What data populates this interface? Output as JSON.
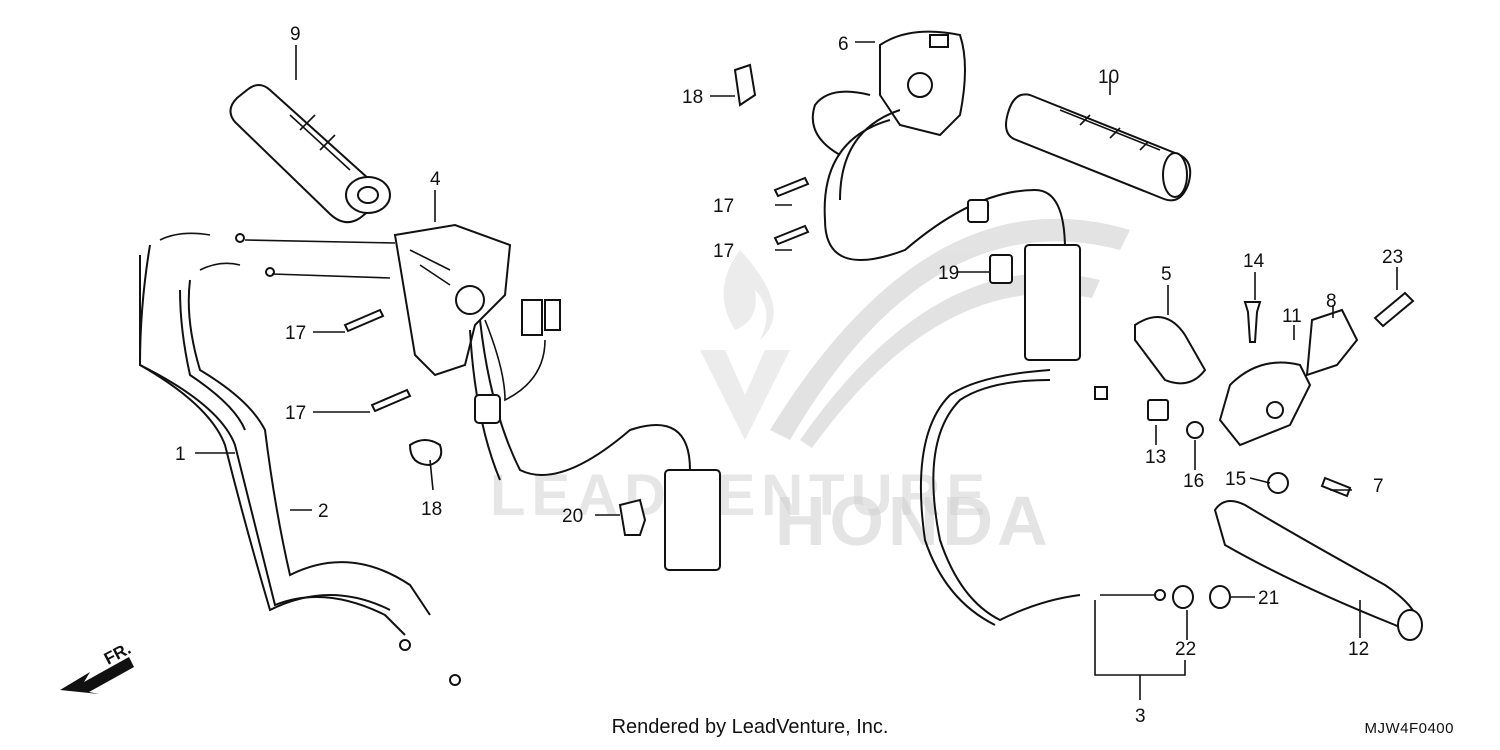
{
  "diagram": {
    "callouts": [
      {
        "id": "c1",
        "text": "1"
      },
      {
        "id": "c2",
        "text": "2"
      },
      {
        "id": "c3",
        "text": "3"
      },
      {
        "id": "c4",
        "text": "4"
      },
      {
        "id": "c5",
        "text": "5"
      },
      {
        "id": "c6",
        "text": "6"
      },
      {
        "id": "c7",
        "text": "7"
      },
      {
        "id": "c8",
        "text": "8"
      },
      {
        "id": "c9",
        "text": "9"
      },
      {
        "id": "c10",
        "text": "10"
      },
      {
        "id": "c11",
        "text": "11"
      },
      {
        "id": "c12",
        "text": "12"
      },
      {
        "id": "c13",
        "text": "13"
      },
      {
        "id": "c14",
        "text": "14"
      },
      {
        "id": "c15",
        "text": "15"
      },
      {
        "id": "c16",
        "text": "16"
      },
      {
        "id": "c17a",
        "text": "17"
      },
      {
        "id": "c17b",
        "text": "17"
      },
      {
        "id": "c17c",
        "text": "17"
      },
      {
        "id": "c17d",
        "text": "17"
      },
      {
        "id": "c18a",
        "text": "18"
      },
      {
        "id": "c18b",
        "text": "18"
      },
      {
        "id": "c19",
        "text": "19"
      },
      {
        "id": "c20",
        "text": "20"
      },
      {
        "id": "c21",
        "text": "21"
      },
      {
        "id": "c22",
        "text": "22"
      },
      {
        "id": "c23",
        "text": "23"
      }
    ],
    "fr_label": "FR.",
    "watermark_text": "LEADVENTURE",
    "brand_watermark": "HONDA"
  },
  "footer": {
    "credit": "Rendered by LeadVenture, Inc.",
    "code": "MJW4F0400"
  },
  "colors": {
    "line": "#111111",
    "watermark": "#d9d9d9",
    "background": "#ffffff"
  }
}
